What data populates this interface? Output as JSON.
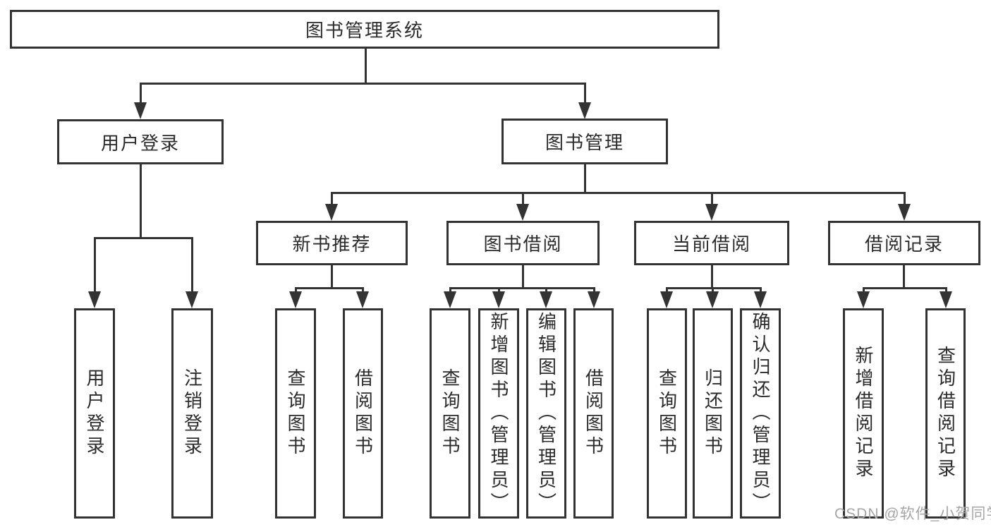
{
  "diagram": {
    "type": "hierarchy",
    "root": {
      "label": "图书管理系统"
    },
    "level1": [
      {
        "label": "用户登录"
      },
      {
        "label": "图书管理"
      }
    ],
    "level2": [
      {
        "label": "新书推荐",
        "parent": "图书管理"
      },
      {
        "label": "图书借阅",
        "parent": "图书管理"
      },
      {
        "label": "当前借阅",
        "parent": "图书管理"
      },
      {
        "label": "借阅记录",
        "parent": "图书管理"
      }
    ],
    "leaves": [
      {
        "label": "用户登录",
        "parent": "用户登录"
      },
      {
        "label": "注销登录",
        "parent": "用户登录"
      },
      {
        "label": "查询图书",
        "parent": "新书推荐"
      },
      {
        "label": "借阅图书",
        "parent": "新书推荐"
      },
      {
        "label": "查询图书",
        "parent": "图书借阅"
      },
      {
        "label": "新增图书（管理员）",
        "parent": "图书借阅"
      },
      {
        "label": "编辑图书（管理员）",
        "parent": "图书借阅"
      },
      {
        "label": "借阅图书",
        "parent": "图书借阅"
      },
      {
        "label": "查询图书",
        "parent": "当前借阅"
      },
      {
        "label": "归还图书",
        "parent": "当前借阅"
      },
      {
        "label": "确认归还（管理员）",
        "parent": "当前借阅"
      },
      {
        "label": "新增借阅记录",
        "parent": "借阅记录"
      },
      {
        "label": "查询借阅记录",
        "parent": "借阅记录"
      }
    ]
  },
  "watermark": "CSDN @软件_小贺同学",
  "colors": {
    "line": "#333333",
    "text": "#2b2b2b",
    "watermark": "#a6a6a6",
    "background": "#ffffff"
  }
}
